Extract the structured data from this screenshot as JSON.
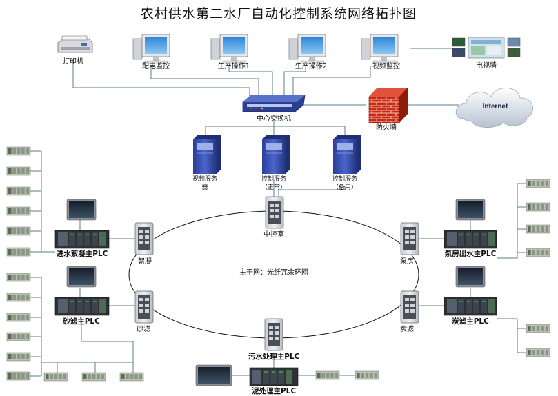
{
  "title": "农村供水第二水厂自动化控制系统网络拓扑图",
  "top_devices": {
    "printer": "打印机",
    "pc1": "配电监控",
    "pc2": "生产操作1",
    "pc3": "生产操作2",
    "pc4": "视频监控",
    "tv_wall": "电视墙"
  },
  "core": {
    "switch": "中心交换机",
    "firewall": "防火墙",
    "internet": "Internet"
  },
  "servers": {
    "video_l1": "视频服务",
    "video_l2": "器",
    "ctrl_main_l1": "控制服务",
    "ctrl_main_l2": "（正常）",
    "ctrl_backup_l1": "控制服务",
    "ctrl_backup_l2": "（备用）"
  },
  "ring": {
    "label": "主干网：光纤冗余环网",
    "nodes": {
      "central": "中控室",
      "coag": "絮凝",
      "pump": "泵房",
      "sand": "砂滤",
      "carbon": "炭滤",
      "sewage": "污水处理主PLC"
    }
  },
  "plcs": {
    "inlet": "进水絮凝主PLC",
    "pump": "泵房出水主PLC",
    "sand": "砂滤主PLC",
    "carbon": "炭滤主PLC",
    "sludge": "泥处理主PLC"
  }
}
